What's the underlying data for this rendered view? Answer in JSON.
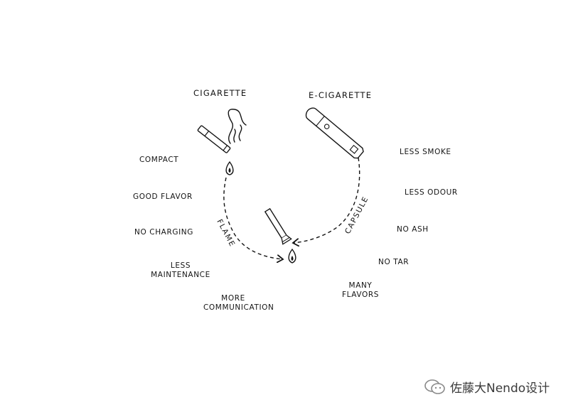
{
  "diagram": {
    "left_title": "CIGARETTE",
    "right_title": "E-CIGARETTE",
    "path_labels": {
      "left": "FLAME",
      "right": "CAPSULE"
    },
    "left_benefits": {
      "compact": "COMPACT",
      "good_flavor": "GOOD FLAVOR",
      "no_charging": "NO CHARGING",
      "less_maintenance": [
        "LESS",
        "MAINTENANCE"
      ],
      "more_communication": [
        "MORE",
        "COMMUNICATION"
      ]
    },
    "right_benefits": {
      "less_smoke": "LESS SMOKE",
      "less_odour": "LESS ODOUR",
      "no_ash": "NO ASH",
      "no_tar": "NO TAR",
      "many_flavors": [
        "MANY",
        "FLAVORS"
      ]
    },
    "icons": [
      "cigarette-icon",
      "smoke-icon",
      "e-cigarette-icon",
      "flame-icon",
      "stick-icon"
    ]
  },
  "watermark": {
    "text": "佐藤大Nendo设计",
    "icon": "wechat-icon"
  }
}
